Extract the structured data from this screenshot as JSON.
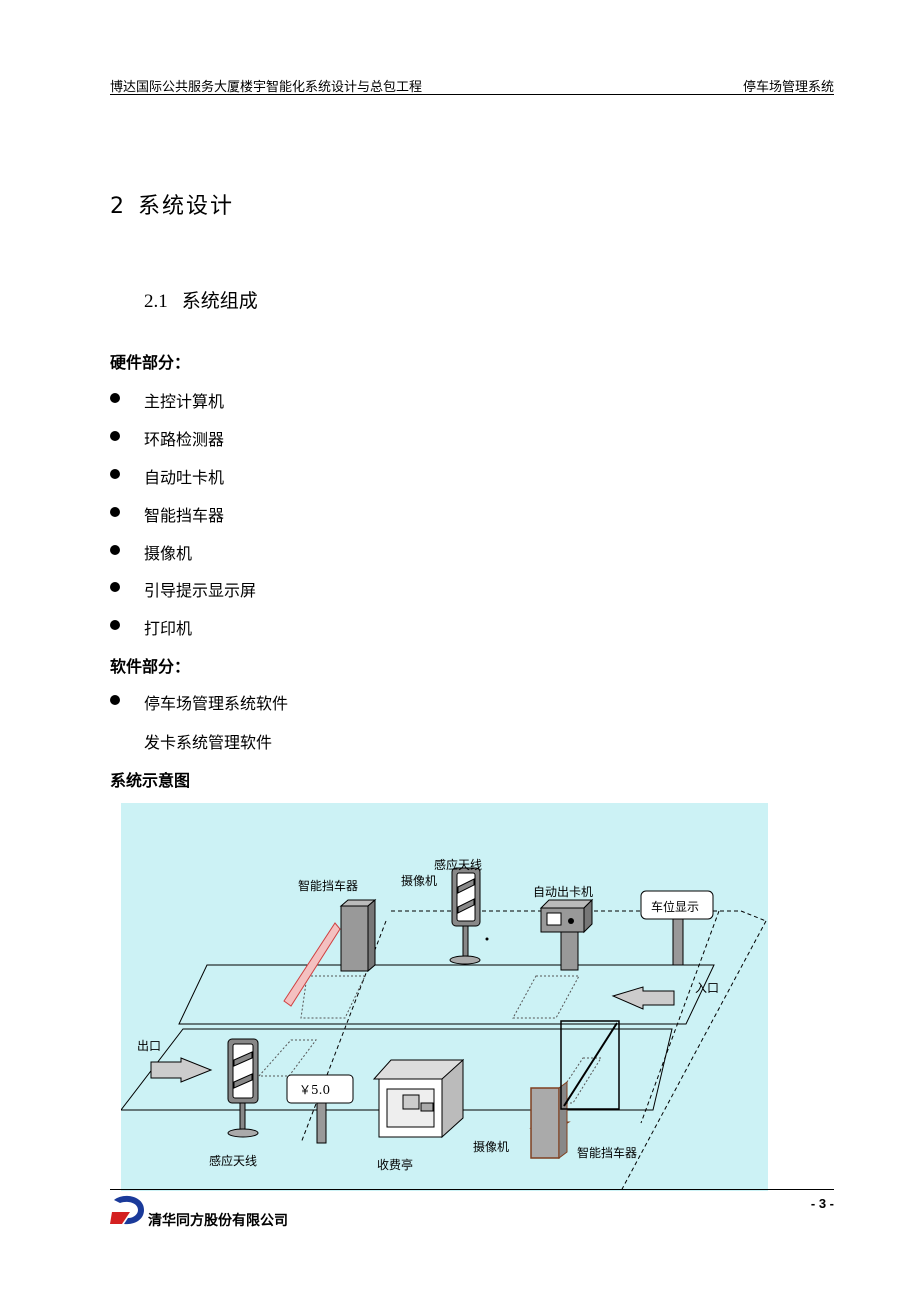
{
  "header": {
    "left": "博达国际公共服务大厦楼宇智能化系统设计与总包工程",
    "right": "停车场管理系统"
  },
  "chapter": {
    "number": "2",
    "title": "系统设计"
  },
  "section": {
    "number": "2.1",
    "title": "系统组成"
  },
  "hardware": {
    "label": "硬件部分：",
    "items": [
      "主控计算机",
      "环路检测器",
      "自动吐卡机",
      "智能挡车器",
      "摄像机",
      "引导提示显示屏",
      "打印机"
    ]
  },
  "software": {
    "label": "软件部分：",
    "items": [
      "停车场管理系统软件",
      "发卡系统管理软件"
    ]
  },
  "diagram": {
    "caption": "系统示意图",
    "background": "#ccf2f5",
    "labels": {
      "barrier_top": "智能挡车器",
      "antenna_top": "感应天线",
      "camera_top": "摄像机",
      "dispenser": "自动出卡机",
      "space_display": "车位显示",
      "entrance": "入口",
      "exit": "出口",
      "price": "￥5.0",
      "antenna_bottom": "感应天线",
      "booth": "收费亭",
      "camera_bottom": "摄像机",
      "barrier_bottom": "智能挡车器"
    }
  },
  "footer": {
    "company": "清华同方股份有限公司",
    "page": "- 3 -"
  }
}
